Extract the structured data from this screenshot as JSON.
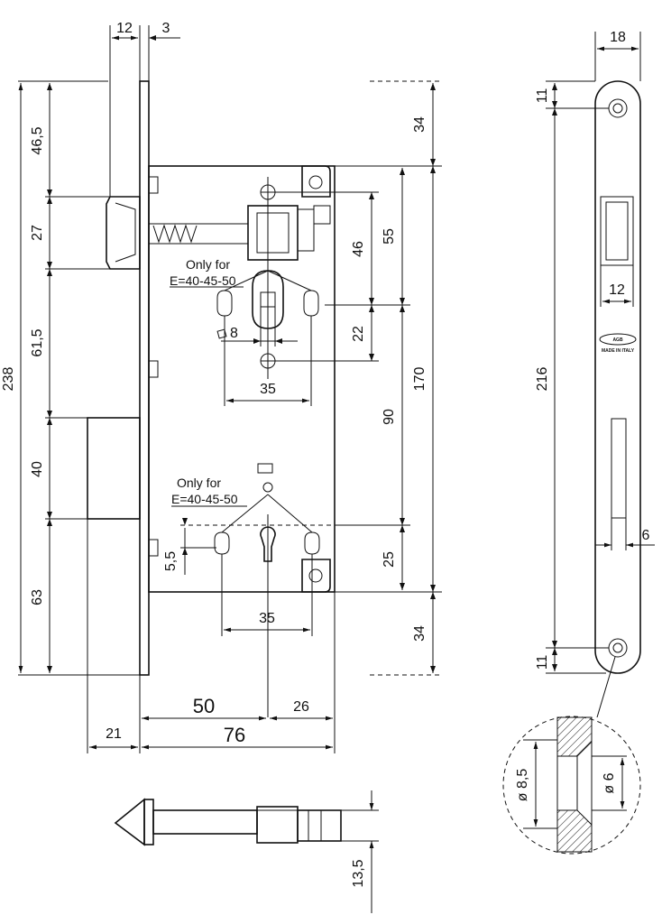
{
  "dimensions": {
    "top_12": "12",
    "top_3": "3",
    "h_238": "238",
    "h_46_5": "46,5",
    "h_27": "27",
    "h_61_5": "61,5",
    "h_40": "40",
    "h_63": "63",
    "r_34_top": "34",
    "r_55": "55",
    "r_46": "46",
    "r_22": "22",
    "r_170": "170",
    "r_90": "90",
    "r_25": "25",
    "r_34_bottom": "34",
    "sq_8": "8",
    "d_35_top": "35",
    "d_35_bottom": "35",
    "d_5_5": "5,5",
    "b_50": "50",
    "b_26": "26",
    "b_21": "21",
    "b_76": "76",
    "bolt_13_5": "13,5",
    "plate_18": "18",
    "plate_11_top": "11",
    "plate_216": "216",
    "plate_12": "12",
    "plate_6": "6",
    "plate_11_bottom": "11",
    "detail_d8_5": "ø 8,5",
    "detail_d6": "ø 6"
  },
  "notes": {
    "only_for_1": "Only for",
    "e_values_1": "E=40-45-50",
    "only_for_2": "Only for",
    "e_values_2": "E=40-45-50"
  },
  "plate_marking": {
    "logo": "AGB",
    "made_in": "MADE IN ITALY"
  },
  "icons": {
    "square_spindle": "square-symbol"
  },
  "colors": {
    "line": "#111111",
    "background": "#ffffff"
  }
}
